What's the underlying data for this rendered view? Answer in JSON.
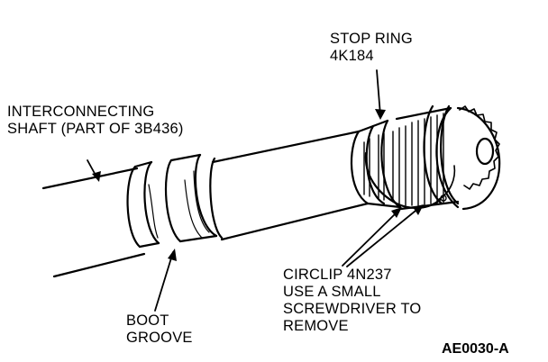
{
  "labels": {
    "stop_ring": {
      "line1": "STOP RING",
      "line2": "4K184"
    },
    "shaft": {
      "line1": "INTERCONNECTING",
      "line2": "SHAFT (PART OF 3B436)"
    },
    "boot_groove": {
      "line1": "BOOT",
      "line2": "GROOVE"
    },
    "circlip": {
      "line1": "CIRCLIP 4N237",
      "line2": "USE A SMALL",
      "line3": "SCREWDRIVER TO",
      "line4": "REMOVE"
    }
  },
  "figure_id": "AE0030-A"
}
